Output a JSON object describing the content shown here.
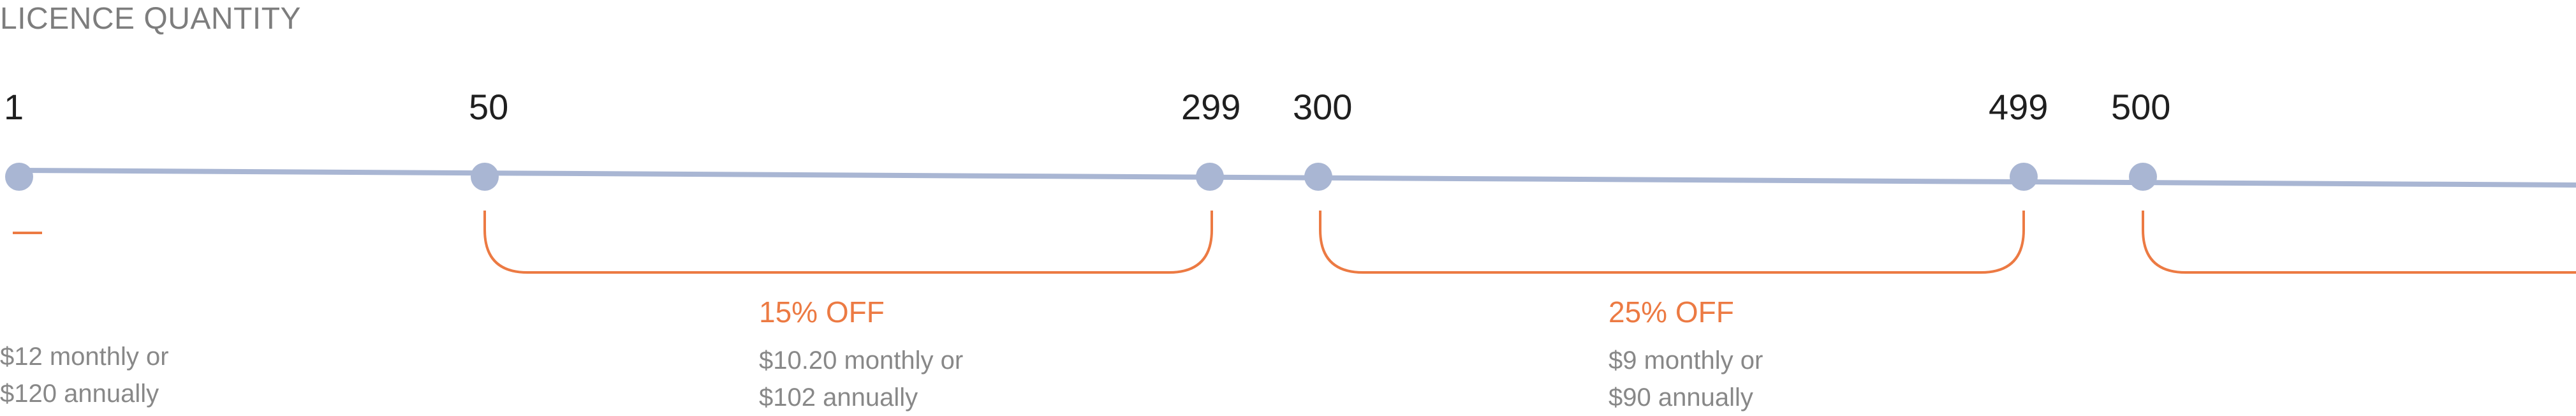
{
  "heading": "LICENCE QUANTITY",
  "colors": {
    "track": "#a9b6d3",
    "dot": "#a9b6d3",
    "accent": "#ec7a43",
    "label": "#1f1f1f",
    "muted": "#888888"
  },
  "tiers": [
    {
      "from": "1",
      "to": "",
      "discount": "",
      "price_line1": "$12 monthly or",
      "price_line2": "$120 annually",
      "marker": "—"
    },
    {
      "from": "50",
      "to": "299",
      "discount": "15% OFF",
      "price_line1": "$10.20 monthly or",
      "price_line2": "$102 annually"
    },
    {
      "from": "300",
      "to": "499",
      "discount": "25% OFF",
      "price_line1": "$9 monthly or",
      "price_line2": "$90 annually"
    },
    {
      "from": "500",
      "to": "",
      "discount": "",
      "price_line1": "",
      "price_line2": ""
    }
  ]
}
